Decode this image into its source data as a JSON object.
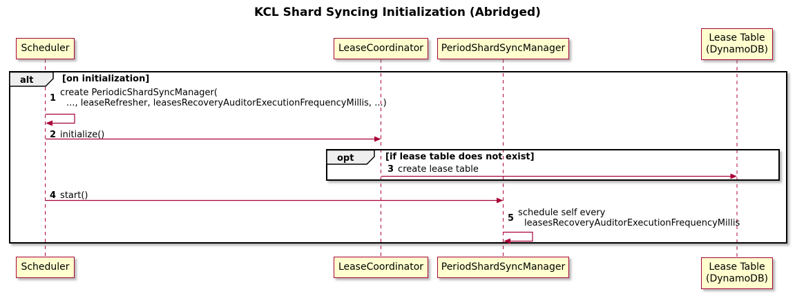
{
  "title": "KCL Shard Syncing Initialization (Abridged)",
  "participants": {
    "scheduler": {
      "label": "Scheduler"
    },
    "lease_coordinator": {
      "label": "LeaseCoordinator"
    },
    "period_shard_sync_manager": {
      "label": "PeriodShardSyncManager"
    },
    "lease_table": {
      "line1": "Lease Table",
      "line2": "(DynamoDB)"
    }
  },
  "frames": {
    "alt": {
      "label": "alt",
      "guard": "[on initialization]"
    },
    "opt": {
      "label": "opt",
      "guard": "[if lease table does not exist]"
    }
  },
  "messages": {
    "m1": {
      "num": "1",
      "line1": "create PeriodicShardSyncManager(",
      "line2": "..., leaseRefresher, leasesRecoveryAuditorExecutionFrequencyMillis, ...)"
    },
    "m2": {
      "num": "2",
      "text": "initialize()"
    },
    "m3": {
      "num": "3",
      "text": "create lease table"
    },
    "m4": {
      "num": "4",
      "text": "start()"
    },
    "m5": {
      "num": "5",
      "line1": "schedule self every",
      "line2": "leasesRecoveryAuditorExecutionFrequencyMillis"
    }
  },
  "colors": {
    "participant_fill": "#FEFECE",
    "participant_border": "#A80036",
    "arrow": "#A80036",
    "lifeline": "#A80036",
    "frame_border": "#000000",
    "frame_label_fill": "#EEEEEE"
  }
}
